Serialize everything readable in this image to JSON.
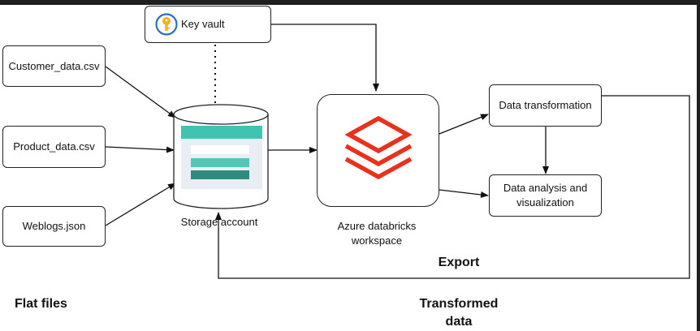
{
  "nodes": {
    "key_vault": "Key vault",
    "customer_csv": "Customer_data.csv",
    "product_csv": "Product_data.csv",
    "weblogs_json": "Weblogs.json",
    "storage_account": "Storage account",
    "databricks": "Azure databricks workspace",
    "data_transformation": "Data transformation",
    "data_analysis": "Data analysis and visualization"
  },
  "labels": {
    "export": "Export",
    "flat_files": "Flat files",
    "transformed_data": "Transformed data"
  },
  "colors": {
    "databricks_red": "#e8321e",
    "storage_teal_top": "#3fc4b2",
    "storage_teal_mid": "#52c7b8",
    "storage_teal_dark": "#2e8b80",
    "key_vault_gold": "#f3b11d",
    "key_vault_blue": "#2a6ec6"
  }
}
